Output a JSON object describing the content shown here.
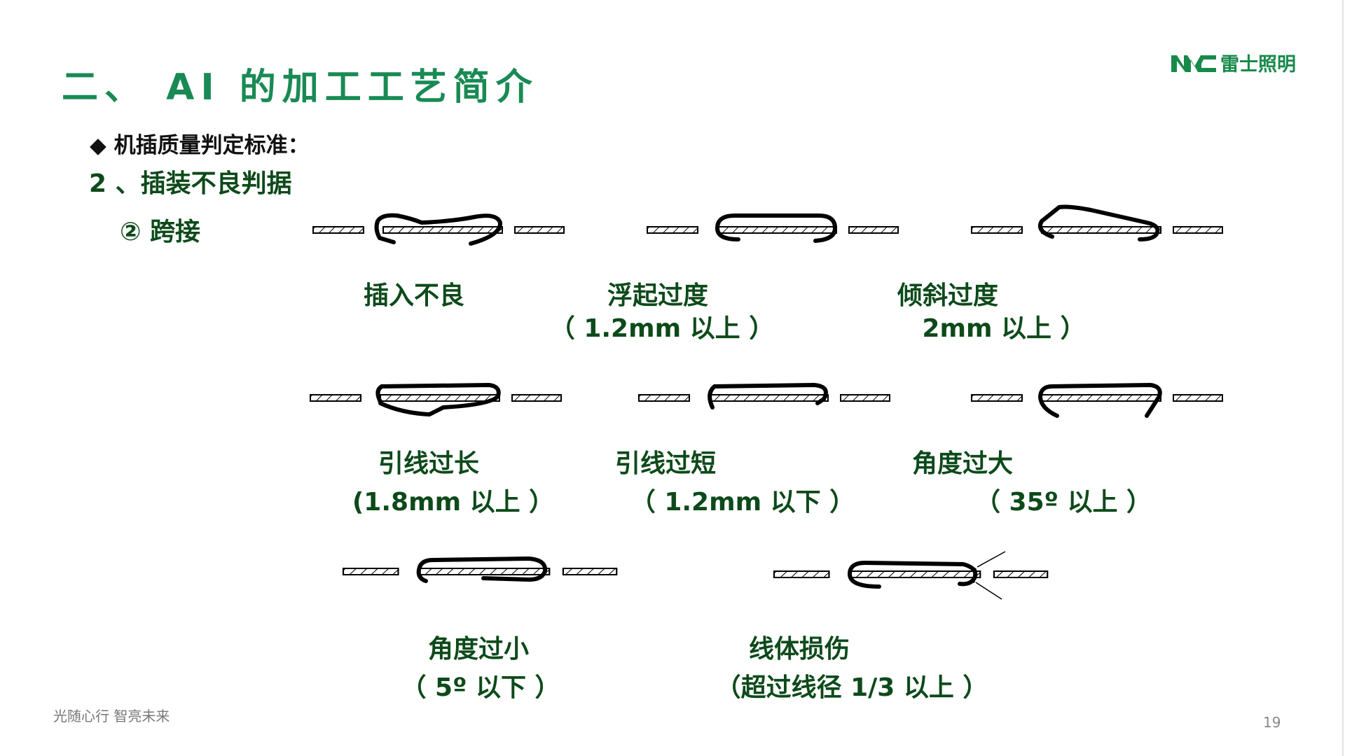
{
  "title": "二、 AI 的加工工艺简介",
  "bullet": "◆ 机插质量判定标准：",
  "section": "2 、插装不良判据",
  "subsection": "② 跨接",
  "logo": {
    "mark": "NVC",
    "name": "雷士照明"
  },
  "colors": {
    "title": "#1a8a55",
    "text": "#0d4a1a",
    "logo": "#178a4a"
  },
  "items": [
    {
      "name": "插入不良",
      "detail": ""
    },
    {
      "name": "浮起过度",
      "detail": "（ 1.2mm 以上 ）"
    },
    {
      "name": "倾斜过度",
      "detail": "2mm 以上 ）"
    },
    {
      "name": "引线过长",
      "detail": "(1.8mm 以上 ）"
    },
    {
      "name": "引线过短",
      "detail": "（  1.2mm 以下 ）"
    },
    {
      "name": "角度过大",
      "detail": "（  35º 以上 ）"
    },
    {
      "name": "角度过小",
      "detail": "（  5º 以下 ）"
    },
    {
      "name": "线体损伤",
      "detail": "（超过线径 1/3 以上 ）"
    }
  ],
  "footer": "光随心行   智亮未来",
  "page_number": "19"
}
